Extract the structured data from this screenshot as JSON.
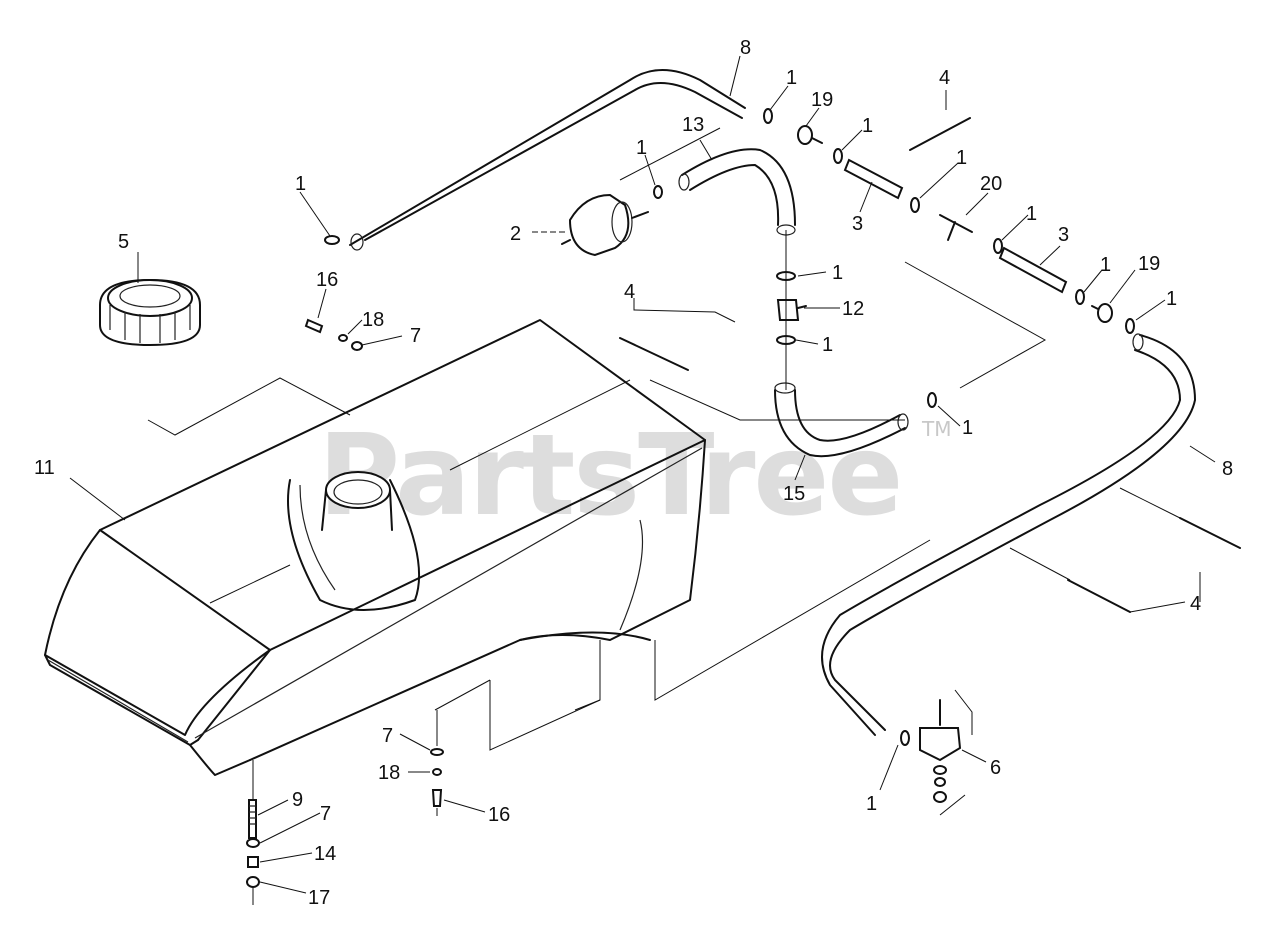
{
  "watermark": {
    "brand": "PartsTree",
    "trademark": "TM"
  },
  "callouts": [
    {
      "id": "c8a",
      "label": "8"
    },
    {
      "id": "c1a",
      "label": "1"
    },
    {
      "id": "c19a",
      "label": "19"
    },
    {
      "id": "c4a",
      "label": "4"
    },
    {
      "id": "c13",
      "label": "13"
    },
    {
      "id": "c1b",
      "label": "1"
    },
    {
      "id": "c1c",
      "label": "1"
    },
    {
      "id": "c1d",
      "label": "1"
    },
    {
      "id": "c20",
      "label": "20"
    },
    {
      "id": "c1e",
      "label": "1"
    },
    {
      "id": "c3a",
      "label": "3"
    },
    {
      "id": "c3b",
      "label": "3"
    },
    {
      "id": "c2",
      "label": "2"
    },
    {
      "id": "c5",
      "label": "5"
    },
    {
      "id": "c1f",
      "label": "1"
    },
    {
      "id": "c16a",
      "label": "16"
    },
    {
      "id": "c18a",
      "label": "18"
    },
    {
      "id": "c7a",
      "label": "7"
    },
    {
      "id": "c4b",
      "label": "4"
    },
    {
      "id": "c1g",
      "label": "1"
    },
    {
      "id": "c12",
      "label": "12"
    },
    {
      "id": "c1h",
      "label": "1"
    },
    {
      "id": "c1i",
      "label": "1"
    },
    {
      "id": "c19b",
      "label": "19"
    },
    {
      "id": "c1j",
      "label": "1"
    },
    {
      "id": "c1k",
      "label": "1"
    },
    {
      "id": "c15",
      "label": "15"
    },
    {
      "id": "c11",
      "label": "11"
    },
    {
      "id": "c8b",
      "label": "8"
    },
    {
      "id": "c4c",
      "label": "4"
    },
    {
      "id": "c7b",
      "label": "7"
    },
    {
      "id": "c18b",
      "label": "18"
    },
    {
      "id": "c16b",
      "label": "16"
    },
    {
      "id": "c6",
      "label": "6"
    },
    {
      "id": "c1l",
      "label": "1"
    },
    {
      "id": "c9",
      "label": "9"
    },
    {
      "id": "c7c",
      "label": "7"
    },
    {
      "id": "c14",
      "label": "14"
    },
    {
      "id": "c17",
      "label": "17"
    }
  ]
}
